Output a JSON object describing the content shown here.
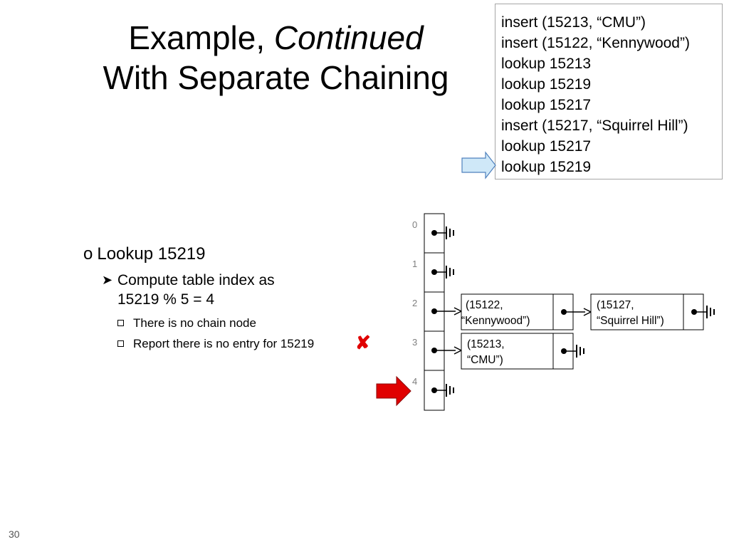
{
  "slide": {
    "title_line1_prefix": "Example, ",
    "title_line1_emph": "Continued",
    "title_line2": "With Separate Chaining",
    "page_number": "30"
  },
  "operations": [
    "insert (15213, “CMU”)",
    "insert (15122, “Kennywood”)",
    "lookup 15213",
    "lookup 15219",
    "lookup 15217",
    "insert (15217, “Squirrel Hill”)",
    "lookup 15217",
    "lookup 15219"
  ],
  "current_operation_index": 7,
  "bullets": {
    "main": "Lookup 15219",
    "compute": "Compute table index as 15219 % 5 = 4",
    "sub1": "There is no chain node",
    "sub2": "Report there is no entry for 15219"
  },
  "hash_table": {
    "indices": [
      "0",
      "1",
      "2",
      "3",
      "4"
    ],
    "highlighted_index": 4,
    "chains": {
      "2": [
        {
          "line1": "(15122,",
          "line2": "“Kennywood”)"
        },
        {
          "line1": "(15127,",
          "line2": "“Squirrel Hill”)"
        }
      ],
      "3": [
        {
          "line1": "(15213,",
          "line2": "“CMU”)"
        }
      ]
    }
  },
  "colors": {
    "op_pointer_fill": "#cfe8f8",
    "op_pointer_stroke": "#4f81bd",
    "index_pointer_fill": "#e00000",
    "fail_mark": "#e00000"
  },
  "icons": {
    "op_pointer": "right-arrow",
    "index_pointer": "right-arrow",
    "fail_mark": "cross-mark",
    "null_pointer": "ground-symbol"
  }
}
